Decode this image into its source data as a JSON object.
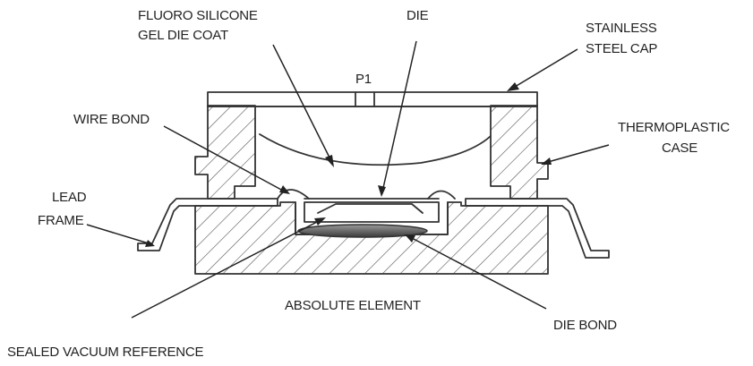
{
  "labels": {
    "fluoro_silicone_line1": "FLUORO SILICONE",
    "fluoro_silicone_line2": "GEL DIE COAT",
    "die": "DIE",
    "stainless_line1": "STAINLESS",
    "stainless_line2": "STEEL CAP",
    "p1": "P1",
    "wire_bond": "WIRE BOND",
    "thermoplastic_line1": "THERMOPLASTIC",
    "thermoplastic_line2": "CASE",
    "lead_line1": "LEAD",
    "lead_line2": "FRAME",
    "absolute_element": "ABSOLUTE ELEMENT",
    "die_bond": "DIE BOND",
    "sealed_vacuum_reference": "SEALED VACUUM REFERENCE"
  },
  "colors": {
    "outline": "#333333",
    "text": "#222222",
    "die_bond_fill": "#666666"
  }
}
